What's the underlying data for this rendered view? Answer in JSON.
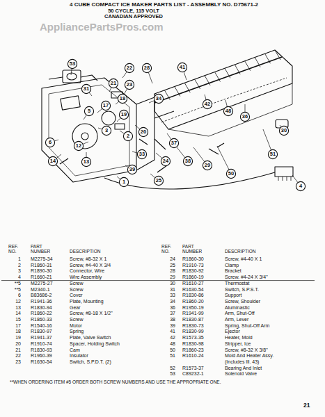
{
  "diagram": {
    "title": "4 CUBE COMPACT ICE MAKER PARTS LIST - ASSEMBLY NO. D75671-2",
    "labels": [
      "50 CYCLE, 115 VOLT",
      "CANADIAN APPROVED",
      "AppliancePartsPros.com",
      "53",
      "22",
      "28",
      "41",
      "31",
      "21",
      "23",
      "18",
      "17",
      "5",
      "19",
      "34",
      "42",
      "48",
      "36",
      "6",
      "12",
      "3",
      "2",
      "20",
      "37",
      "51",
      "30",
      "14",
      "13",
      "33",
      "24",
      "38",
      "29",
      "39",
      "50",
      "1",
      "25",
      "4",
      "REF. NO.",
      "PART NUMBER",
      "DESCRIPTION",
      "REF. NO.",
      "PART NUMBER",
      "DESCRIPTION",
      "1",
      "M2275-34",
      "Screw, #8-32 X 1",
      "2",
      "R1860-31",
      "Screw, #4-40 X 3/4",
      "3",
      "R1890-30",
      "Connector, Wire",
      "4",
      "R1660-21",
      "Wire Assembly",
      "**5",
      "M2275-27",
      "Screw",
      "**5",
      "M2340-1",
      "Screw",
      "6",
      "B83686-2",
      "Cover",
      "12",
      "R1941-36",
      "Plate, Mounting",
      "13",
      "R1830-94",
      "Gear",
      "14",
      "R1860-22",
      "Screw, #8-18 X 1/2\"",
      "15",
      "R1860-33",
      "Screw",
      "17",
      "R1540-16",
      "Motor",
      "18",
      "R1830-97",
      "Spring",
      "19",
      "R1941-37",
      "Plate, Valve Switch",
      "20",
      "R1910-74",
      "Spacer, Holding Switch",
      "21",
      "R1830-93",
      "Cam",
      "22",
      "R1960-39",
      "Insulator",
      "23",
      "R1630-54",
      "Switch, S.P.D.T. (2)",
      "24",
      "R1860-30",
      "Screw, #4-40 X 1",
      "25",
      "R1910-73",
      "Clamp",
      "28",
      "R1830-92",
      "Bracket",
      "29",
      "R1860-19",
      "Screw, #4-24 X 3/4\"",
      "30",
      "R1610-27",
      "Thermostat",
      "31",
      "R1630-54",
      "Switch, S.P.S.T.",
      "33",
      "R1830-86",
      "Support",
      "34",
      "R1860-20",
      "Screw, Shoulder",
      "36",
      "R1950-19",
      "Aluminastic",
      "37",
      "R1941-99",
      "Arm, Shut-Off",
      "38",
      "R1830-87",
      "Arm, Lever",
      "39",
      "R1830-73",
      "Spring, Shut-Off Arm",
      "41",
      "R1830-99",
      "Ejector",
      "42",
      "R1573-35",
      "Heater, Mold",
      "48",
      "R1830-98",
      "Stripper, Ice",
      "50",
      "R1860-23",
      "Screw, #8-32 X 3/8\"",
      "51",
      "R1610-24",
      "Mold And Heater Assy. (Includes Ill. 43)",
      "52",
      "R1573-37",
      "Bearing And Inlet",
      "53",
      "C89232-1",
      "Solenoid Valve",
      "**WHEN ORDERING ITEM #5 ORDER BOTH SCREW NUMBERS AND USE THE APPROPRIATE ONE.",
      "21"
    ]
  }
}
